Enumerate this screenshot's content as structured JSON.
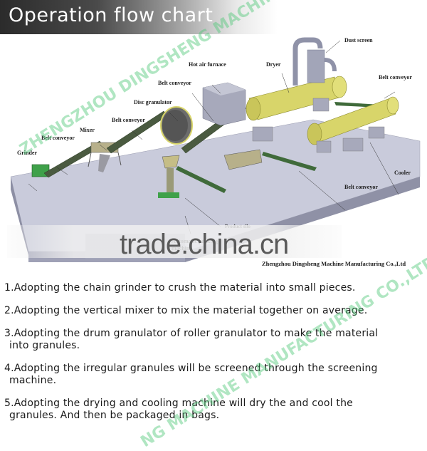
{
  "header": {
    "title": "Operation flow chart"
  },
  "diagram": {
    "labels": {
      "dust_screen": "Dust screen",
      "dryer": "Dryer",
      "hot_air_furnace": "Hot air furnace",
      "belt_conveyor_1": "Belt conveyor",
      "disc_granulator": "Disc granulator",
      "belt_conveyor_2": "Belt conveyor",
      "mixer": "Mixer",
      "belt_conveyor_3": "Belt conveyor",
      "grinder": "Grinder",
      "belt_conveyor_4": "Belt conveyor",
      "cooler": "Cooler",
      "belt_conveyor_5": "Belt conveyor",
      "product_silo": "Product silo",
      "automatic_packing_line1": "Automatic packing",
      "automatic_packing_line2": "machine"
    },
    "company": "Zhengzhou Dingsheng Machine Manufacturing Co.,Ltd",
    "watermark_trade": "trade.china.cn",
    "watermark_brand_1": "ZHENGZHOU DINGSHENG MACHINE MA",
    "watermark_brand_2": "NG MACHINE MANUFACTURING CO.,LTD"
  },
  "steps": [
    {
      "line1": "1.Adopting the chain grinder to crush the material into small pieces.",
      "line2": ""
    },
    {
      "line1": "2.Adopting the vertical mixer to mix the material together on average.",
      "line2": ""
    },
    {
      "line1": "3.Adopting the drum granulator of roller granulator to make the material",
      "line2": "into granules."
    },
    {
      "line1": "4.Adopting the irregular granules will be screened through the screening",
      "line2": "machine."
    },
    {
      "line1": "5.Adopting the drying and cooling machine will dry the and cool the",
      "line2": "granules. And then be packaged in bags."
    }
  ],
  "colors": {
    "header_dark": "#2b2b2b",
    "machine_yellow": "#d8d56a",
    "conveyor_green": "#3f6a3a",
    "platform": "#c7c9d9",
    "watermark_green": "#50c878"
  }
}
